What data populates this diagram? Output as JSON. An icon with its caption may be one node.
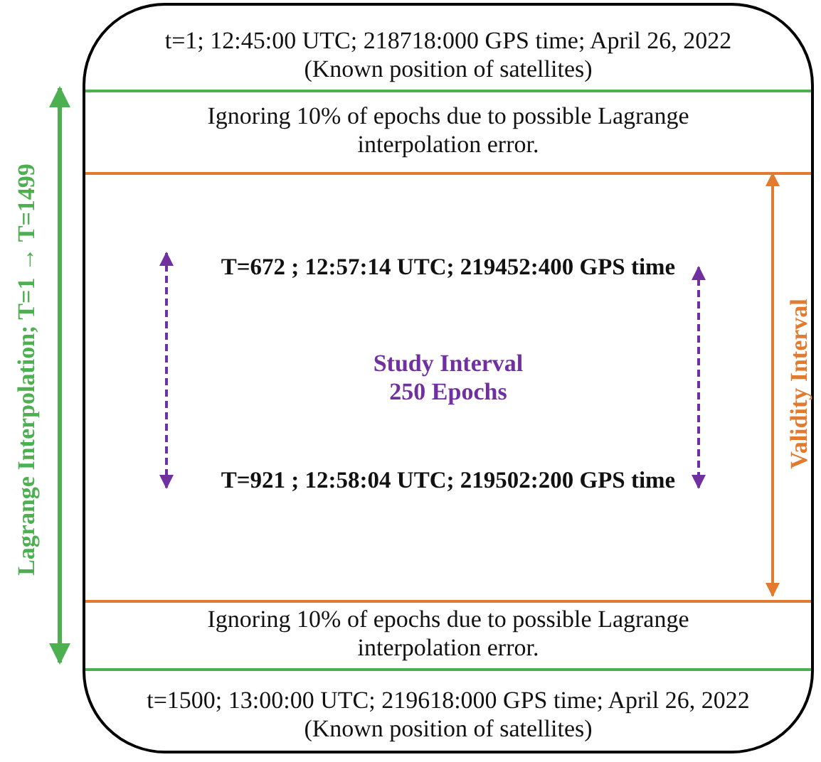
{
  "diagram": {
    "nodes": [
      {
        "text": [],
        "shape": "box"
      },
      {
        "text": [
          "t=1; 12:45:00 UTC; 218718:000 GPS time; April 26, 2022",
          "(Known position of satellites)"
        ],
        "in": 0
      },
      {
        "text": [
          "Ignoring 10% of epochs due to possible Lagrange interpolation error."
        ],
        "in": 0
      },
      {
        "text": [
          "T=672 ; 12:57:14 UTC; 219452:400 GPS time",
          "Study Interval 250 Epochs",
          "T=921 ; 12:58:04 UTC; 219502:200 GPS time"
        ],
        "in": 0
      },
      {
        "text": [
          "Ignoring 10% of epochs due to possible Lagrange interpolation error."
        ],
        "in": 0
      },
      {
        "text": [
          "t=1500; 13:00:00 UTC; 219618:000 GPS time; April 26, 2022",
          "(Known position of satellites)"
        ],
        "in": 0
      }
    ],
    "labels": [
      "Lagrange Interpolation; T=1 → T=1499",
      "Validity Interval"
    ]
  }
}
